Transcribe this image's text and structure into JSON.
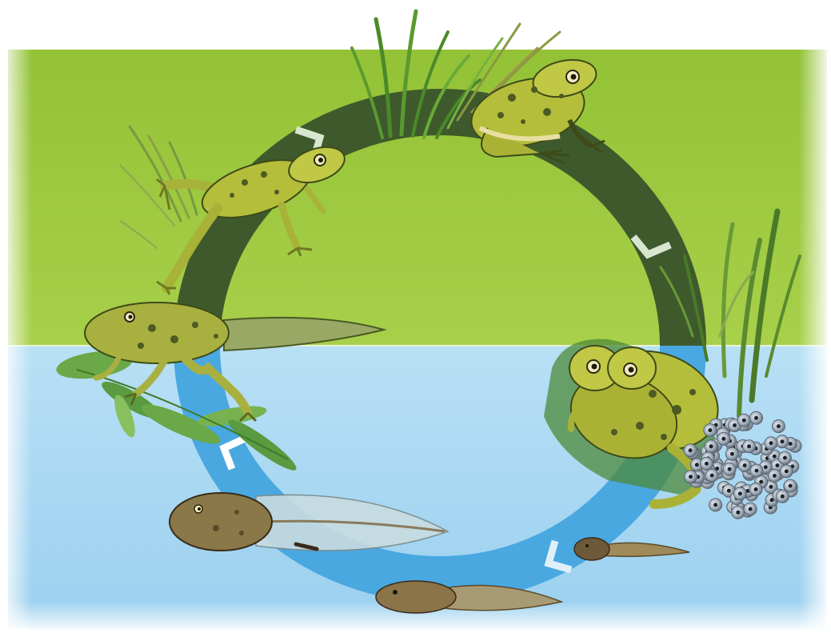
{
  "diagram": {
    "subject": "frog-life-cycle",
    "stages": [
      {
        "id": "frog",
        "zone": "land"
      },
      {
        "id": "mating-pair",
        "zone": "water-edge"
      },
      {
        "id": "eggs",
        "zone": "water"
      },
      {
        "id": "hatchling",
        "zone": "water"
      },
      {
        "id": "tadpole",
        "zone": "water"
      },
      {
        "id": "large-tadpole",
        "zone": "water"
      },
      {
        "id": "tadpole-with-legs",
        "zone": "water-surface"
      },
      {
        "id": "froglet",
        "zone": "land"
      }
    ],
    "cycle_direction": "clockwise"
  },
  "colors": {
    "land": "#9cc83a",
    "water": "#aedaf3",
    "land_arrow": "#3e5a2c",
    "water_arrow": "#4aa8e0",
    "chevron": "#d8e6d0",
    "frog_skin": "#b4be3a",
    "frog_spot": "#4e5a22",
    "belly": "#e8dfa0",
    "egg": "#8e9aa8"
  }
}
